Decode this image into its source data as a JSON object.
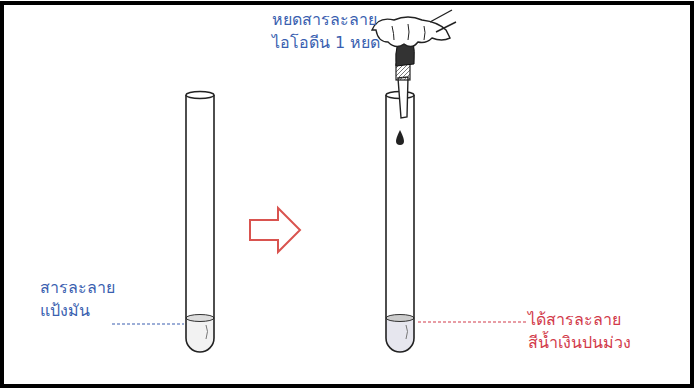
{
  "diagram": {
    "labels": [
      "หยดสารละลาย ไอโอดีน 1 หยด",
      "สารละลาย แป้งมัน",
      "ได้สารละลาย สีน้ำเงินปนม่วง"
    ]
  }
}
